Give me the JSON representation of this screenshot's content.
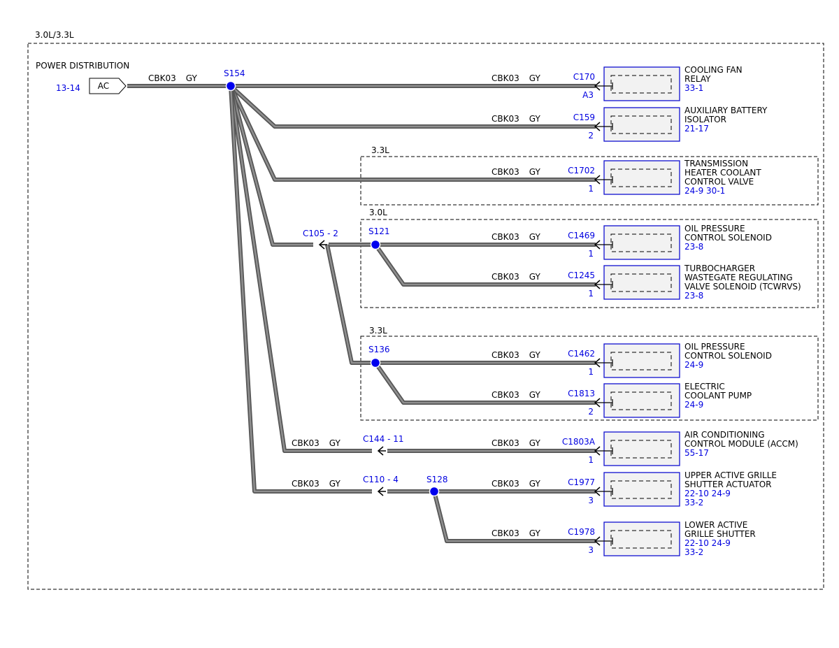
{
  "diagram_title": "3.0L/3.3L",
  "source": {
    "label": "POWER DISTRIBUTION",
    "ref": "13-14",
    "pin": "AC"
  },
  "wire_code": "CBK03",
  "wire_color": "GY",
  "splices": {
    "s154": "S154",
    "s121": "S121",
    "s136": "S136",
    "s128": "S128"
  },
  "inline_connectors": {
    "c105": "C105 - 2",
    "c144": "C144 - 11",
    "c110": "C110 - 4"
  },
  "regions": {
    "tr": "3.3L",
    "ops30": "3.0L",
    "ops33": "3.3L"
  },
  "components": [
    {
      "connector": "C170",
      "pin": "A3",
      "lines": [
        "COOLING FAN",
        "RELAY"
      ],
      "refs": [
        "33-1"
      ]
    },
    {
      "connector": "C159",
      "pin": "2",
      "lines": [
        "AUXILIARY BATTERY",
        "ISOLATOR"
      ],
      "refs": [
        "21-17"
      ]
    },
    {
      "connector": "C1702",
      "pin": "1",
      "lines": [
        "TRANSMISSION",
        "HEATER COOLANT",
        "CONTROL VALVE"
      ],
      "refs": [
        "24-9  30-1"
      ]
    },
    {
      "connector": "C1469",
      "pin": "1",
      "lines": [
        "OIL PRESSURE",
        "CONTROL SOLENOID"
      ],
      "refs": [
        "23-8"
      ]
    },
    {
      "connector": "C1245",
      "pin": "1",
      "lines": [
        "TURBOCHARGER",
        "WASTEGATE REGULATING",
        "VALVE SOLENOID (TCWRVS)"
      ],
      "refs": [
        "23-8"
      ]
    },
    {
      "connector": "C1462",
      "pin": "1",
      "lines": [
        "OIL PRESSURE",
        "CONTROL SOLENOID"
      ],
      "refs": [
        "24-9"
      ]
    },
    {
      "connector": "C1813",
      "pin": "2",
      "lines": [
        "ELECTRIC",
        "COOLANT PUMP"
      ],
      "refs": [
        "24-9"
      ]
    },
    {
      "connector": "C1803A",
      "pin": "1",
      "lines": [
        "AIR CONDITIONING",
        "CONTROL MODULE (ACCM)"
      ],
      "refs": [
        "55-17"
      ]
    },
    {
      "connector": "C1977",
      "pin": "3",
      "lines": [
        "UPPER ACTIVE GRILLE",
        "SHUTTER ACTUATOR"
      ],
      "refs": [
        "22-10 24-9",
        "33-2"
      ]
    },
    {
      "connector": "C1978",
      "pin": "3",
      "lines": [
        "LOWER ACTIVE",
        "GRILLE SHUTTER"
      ],
      "refs": [
        "22-10 24-9",
        "33-2"
      ]
    }
  ]
}
